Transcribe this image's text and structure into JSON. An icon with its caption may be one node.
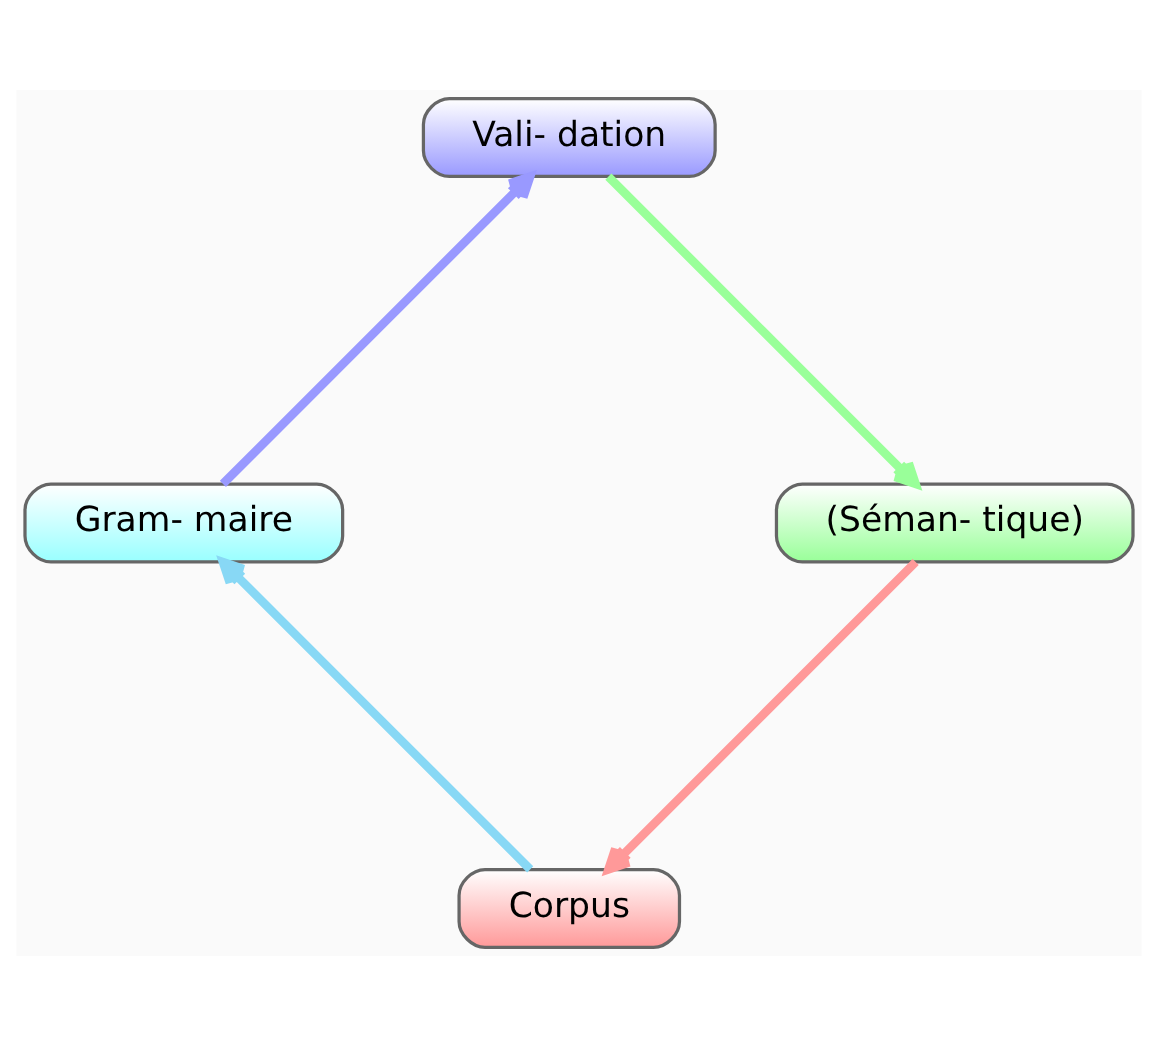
{
  "diagram": {
    "nodes": [
      {
        "text": [
          "Corpus"
        ]
      },
      {
        "text": [
          "(Séman- tique)"
        ]
      },
      {
        "text": [
          "Gram- maire"
        ]
      },
      {
        "text": [
          "Vali- dation"
        ]
      }
    ],
    "edges": [
      {
        "from": 0,
        "to": 2,
        "arrow": "to",
        "color": "#88d8f5"
      },
      {
        "from": 2,
        "to": 3,
        "arrow": "to",
        "color": "#9999ff"
      },
      {
        "from": 3,
        "to": 1,
        "arrow": "to",
        "color": "#99ff99"
      },
      {
        "from": 1,
        "to": 0,
        "arrow": "to",
        "color": "#ff9999"
      }
    ]
  }
}
